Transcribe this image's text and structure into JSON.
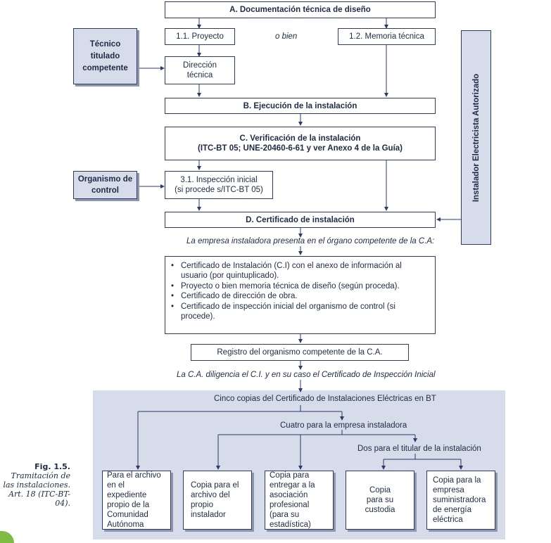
{
  "flow": {
    "a_title": "A. Documentación técnica de diseño",
    "proyecto": "1.1. Proyecto",
    "o_bien": "o bien",
    "memoria": "1.2. Memoria técnica",
    "tecnico": "Técnico titulado competente",
    "direccion": "Dirección técnica",
    "b_title": "B. Ejecución de la instalación",
    "c_title_line1": "C. Verificación de la instalación",
    "c_title_line2": "(ITC-BT 05; UNE-20460-6-61 y ver Anexo 4 de la Guía)",
    "organismo": "Organismo de control",
    "inspeccion_line1": "3.1. Inspección inicial",
    "inspeccion_line2": "(si procede s/ITC-BT 05)",
    "d_title": "D. Certificado de instalación",
    "instalador": "Instalador Electricista Autorizado",
    "presenta": "La empresa instaladora presenta en el órgano competente de la C.A:",
    "docs": [
      "Certificado de Instalación (C.I) con el anexo de información al usuario (por quintuplicado).",
      "Proyecto o bien memoria técnica de diseño (según proceda).",
      "Certificado de dirección de obra.",
      "Certificado de inspección inicial del organismo de control (si procede)."
    ],
    "registro": "Registro del organismo competente de la C.A.",
    "diligencia": "La C.A. diligencia el C.I. y en su caso el Certificado de Inspección Inicial"
  },
  "copies": {
    "cinco": "Cinco copias del Certificado de Instalaciones Eléctricas en BT",
    "cuatro": "Cuatro para la empresa instaladora",
    "dos": "Dos para el titular de la instalación",
    "box1": "Para el archivo en el expediente propio de la Comunidad Autónoma",
    "box2": "Copia para el archivo del propio instalador",
    "box3": "Copia para entregar a la asociación profesional (para su estadística)",
    "box4": "Copia para su custodia",
    "box5": "Copia para la empresa suministradora de energía eléctrica"
  },
  "caption": {
    "fig": "Fig. 1.5.",
    "text": "Tramitación de las instalaciones. Art. 18 (ITC-BT-04)."
  },
  "colors": {
    "line": "#2b3a67",
    "shade": "#d6dcea",
    "accent": "#7dbb42"
  }
}
